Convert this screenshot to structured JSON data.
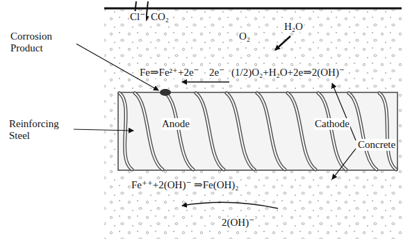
{
  "diagram": {
    "labels": [
      "Cl⁻",
      "CO₂",
      "O₂",
      "H₂O",
      "Corrosion Product",
      "Fe⇒Fe²⁺+2e⁻",
      "2e⁻",
      "(1/2)O₂+H₂O+2e⇒2(OH)⁻",
      "Reinforcing Steel",
      "Anode",
      "Cathode",
      "Concrete",
      "Fe⁺⁺+2(OH)⁻ ⇒Fe(OH)₂",
      "2(OH)⁻"
    ]
  }
}
